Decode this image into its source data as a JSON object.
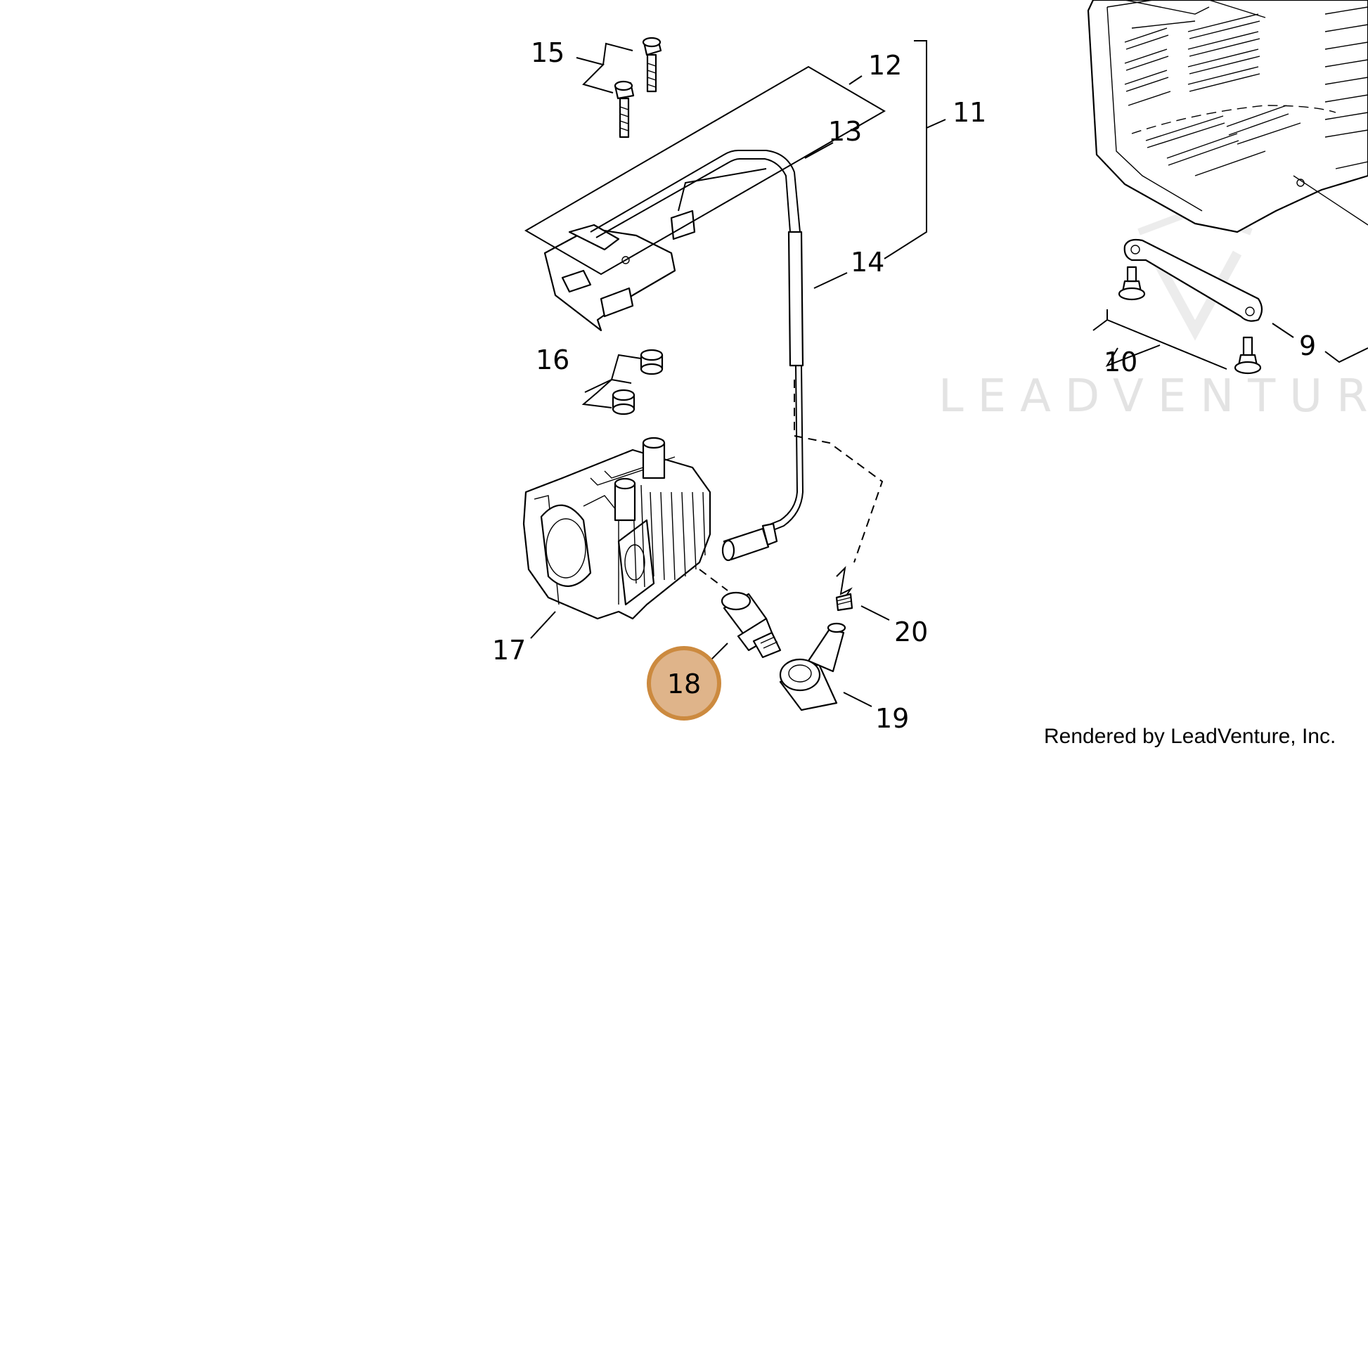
{
  "callouts": [
    {
      "id": "9",
      "text": "9"
    },
    {
      "id": "10",
      "text": "10"
    },
    {
      "id": "11",
      "text": "11"
    },
    {
      "id": "12",
      "text": "12"
    },
    {
      "id": "13",
      "text": "13"
    },
    {
      "id": "14",
      "text": "14"
    },
    {
      "id": "15",
      "text": "15"
    },
    {
      "id": "16",
      "text": "16"
    },
    {
      "id": "17",
      "text": "17"
    },
    {
      "id": "18",
      "text": "18"
    },
    {
      "id": "19",
      "text": "19"
    },
    {
      "id": "20",
      "text": "20"
    }
  ],
  "highlighted_callout": "18",
  "highlight_color": "#dfb48a",
  "highlight_border_color": "#cc8a3f",
  "watermark": "LEADVENTUR",
  "credit": "Rendered by LeadVenture, Inc."
}
